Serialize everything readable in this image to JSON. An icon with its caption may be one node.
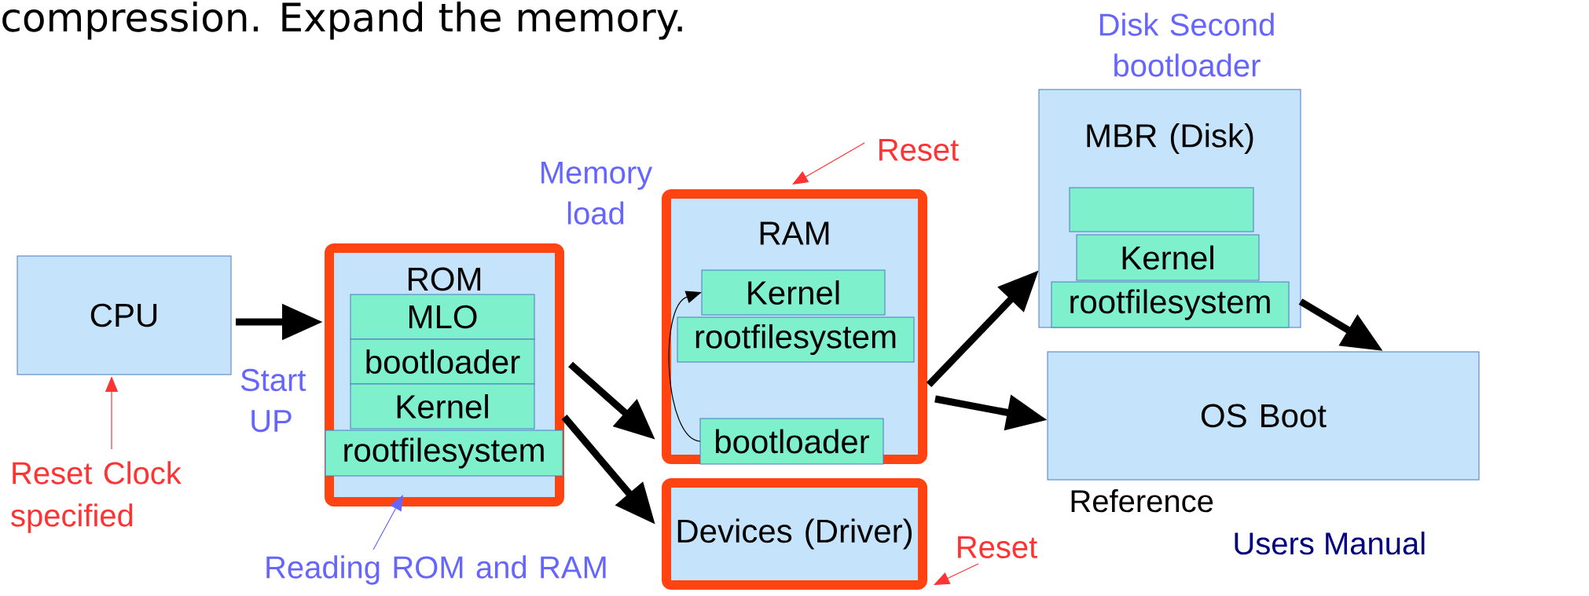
{
  "diagram": {
    "nodes": [
      {
        "text": [
          "CPU"
        ]
      },
      {
        "text": [
          "ROM"
        ]
      },
      {
        "text": [
          "MLO"
        ],
        "in": 1
      },
      {
        "text": [
          "bootloader"
        ],
        "in": 1
      },
      {
        "text": [
          "Kernel"
        ],
        "in": 1
      },
      {
        "text": [
          "rootfilesystem"
        ],
        "in": 1
      },
      {
        "text": [
          "RAM"
        ]
      },
      {
        "text": [
          "Kernel"
        ],
        "in": 6
      },
      {
        "text": [
          "rootfilesystem"
        ],
        "in": 6
      },
      {
        "text": [
          "bootloader"
        ],
        "in": 6
      },
      {
        "text": [
          "Devices (Driver)"
        ]
      },
      {
        "text": [
          "MBR (Disk)"
        ]
      },
      {
        "text": [],
        "shape": "box",
        "in": 11
      },
      {
        "text": [
          "Kernel"
        ],
        "in": 11
      },
      {
        "text": [
          "rootfilesystem"
        ],
        "in": 11
      },
      {
        "text": [
          "OS Boot"
        ]
      },
      {
        "text": [
          "Reset Clock specified"
        ]
      },
      {
        "text": [
          "Reading ROM and RAM"
        ]
      },
      {
        "text": [
          "Reset"
        ]
      },
      {
        "text": [
          "Reset"
        ]
      }
    ],
    "edges": [
      {
        "from": 0,
        "to": 1,
        "arrow": "to"
      },
      {
        "from": 1,
        "to": 6,
        "arrow": "to"
      },
      {
        "from": 1,
        "to": 10,
        "arrow": "to"
      },
      {
        "from": 6,
        "to": 11,
        "arrow": "to"
      },
      {
        "from": 6,
        "to": 15,
        "arrow": "to"
      },
      {
        "from": 11,
        "to": 15,
        "arrow": "to"
      },
      {
        "from": 9,
        "to": 7,
        "arrow": "to"
      },
      {
        "from": 16,
        "to": 0,
        "arrow": "to",
        "color": "#ff3333"
      },
      {
        "from": 17,
        "to": 1,
        "arrow": "to",
        "color": "#6666ff"
      },
      {
        "from": 18,
        "to": 6,
        "arrow": "to",
        "color": "#ff3333"
      },
      {
        "from": 19,
        "to": 10,
        "arrow": "to",
        "color": "#ff3333"
      }
    ],
    "labels": [
      "compression. Expand the memory.",
      "Disk Second bootloader",
      "Memory load",
      "Start UP",
      "Reference",
      "Users Manual"
    ]
  }
}
